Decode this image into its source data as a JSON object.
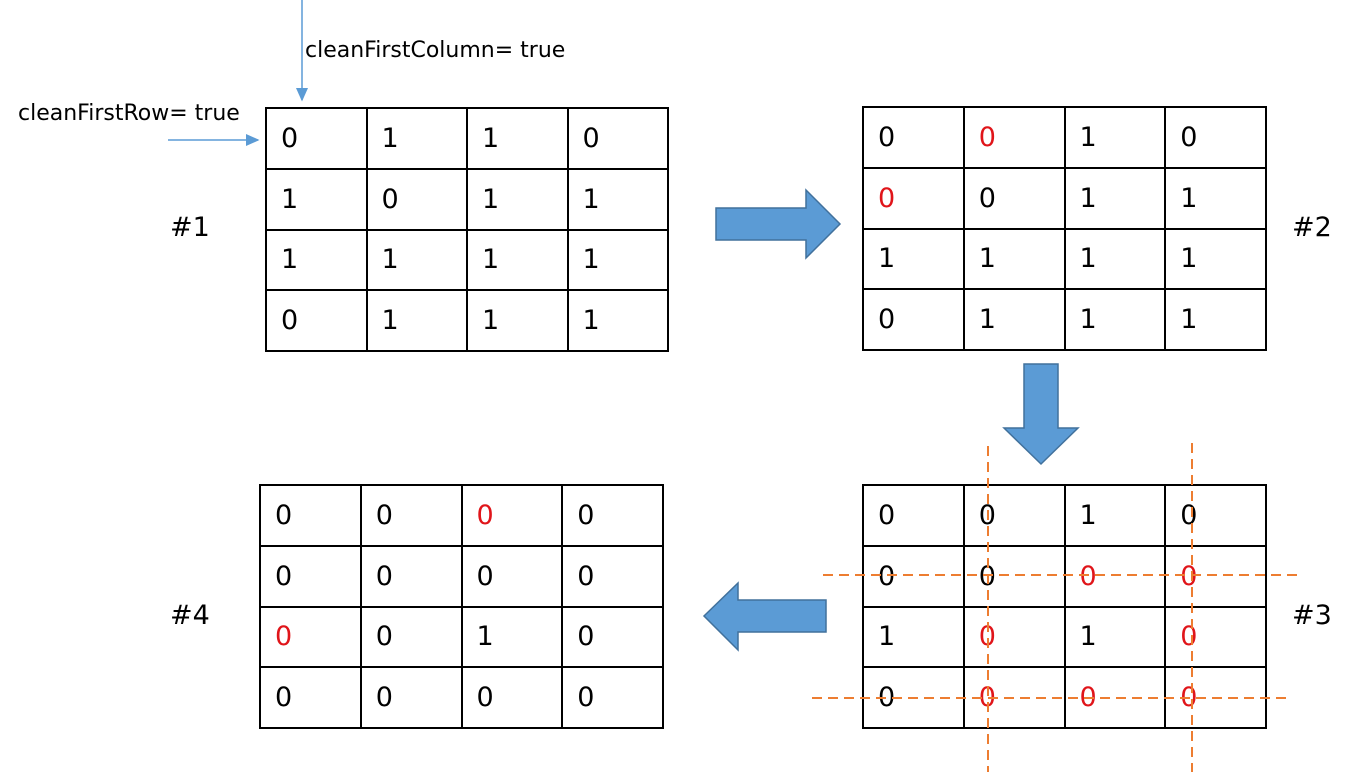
{
  "labels": {
    "clean_first_column": "cleanFirstColumn= true",
    "clean_first_row": "cleanFirstRow= true"
  },
  "steps": [
    "#1",
    "#2",
    "#3",
    "#4"
  ],
  "colors": {
    "highlight": "#e0151a",
    "arrow_fill": "#5b9bd5",
    "arrow_stroke": "#41719c",
    "pointer_line": "#5b9bd5",
    "dashed_line": "#ed7d31"
  },
  "grids": [
    {
      "step": "#1",
      "cells": [
        [
          "0",
          "1",
          "1",
          "0"
        ],
        [
          "1",
          "0",
          "1",
          "1"
        ],
        [
          "1",
          "1",
          "1",
          "1"
        ],
        [
          "0",
          "1",
          "1",
          "1"
        ]
      ],
      "highlighted": []
    },
    {
      "step": "#2",
      "cells": [
        [
          "0",
          "0",
          "1",
          "0"
        ],
        [
          "0",
          "0",
          "1",
          "1"
        ],
        [
          "1",
          "1",
          "1",
          "1"
        ],
        [
          "0",
          "1",
          "1",
          "1"
        ]
      ],
      "highlighted": [
        [
          0,
          1
        ],
        [
          1,
          0
        ]
      ]
    },
    {
      "step": "#3",
      "cells": [
        [
          "0",
          "0",
          "1",
          "0"
        ],
        [
          "0",
          "0",
          "0",
          "0"
        ],
        [
          "1",
          "0",
          "1",
          "0"
        ],
        [
          "0",
          "0",
          "0",
          "0"
        ]
      ],
      "highlighted": [
        [
          1,
          2
        ],
        [
          1,
          3
        ],
        [
          2,
          1
        ],
        [
          2,
          3
        ],
        [
          3,
          1
        ],
        [
          3,
          2
        ],
        [
          3,
          3
        ]
      ],
      "dashed_rows": [
        1,
        3
      ],
      "dashed_cols": [
        1,
        3
      ]
    },
    {
      "step": "#4",
      "cells": [
        [
          "0",
          "0",
          "0",
          "0"
        ],
        [
          "0",
          "0",
          "0",
          "0"
        ],
        [
          "0",
          "0",
          "1",
          "0"
        ],
        [
          "0",
          "0",
          "0",
          "0"
        ]
      ],
      "highlighted": [
        [
          0,
          2
        ],
        [
          2,
          0
        ]
      ]
    }
  ]
}
